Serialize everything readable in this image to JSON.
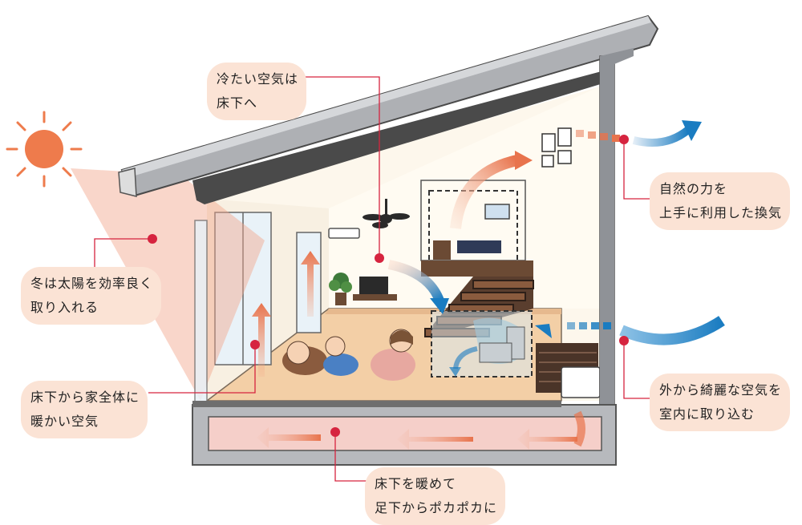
{
  "callouts": {
    "cold_air": [
      "冷たい空気は",
      "床下へ"
    ],
    "ventilation": [
      "自然の力を",
      "上手に利用した換気"
    ],
    "winter_sun": [
      "冬は太陽を効率良く",
      "取り入れる"
    ],
    "warm_air": [
      "床下から家全体に",
      "暖かい空気"
    ],
    "fresh_air": [
      "外から綺麗な空気を",
      "室内に取り込む"
    ],
    "floor_heat": [
      "床下を暖めて",
      "足下からポカポカに"
    ]
  },
  "colors": {
    "accent_red": "#d6243f",
    "warm_orange": "#e8734c",
    "cool_blue": "#1a7cc1",
    "callout_bg": "#fbe3d5",
    "wall_gray": "#8f9297",
    "floor_wood": "#f3cfa6",
    "underfloor_pink": "#f5cfc9",
    "sun": "#ee7b4c"
  },
  "icons": [
    "sun-icon",
    "ceiling-fan-icon",
    "air-conditioner-icon",
    "tv-icon",
    "plant-icon",
    "sofa-icon"
  ]
}
